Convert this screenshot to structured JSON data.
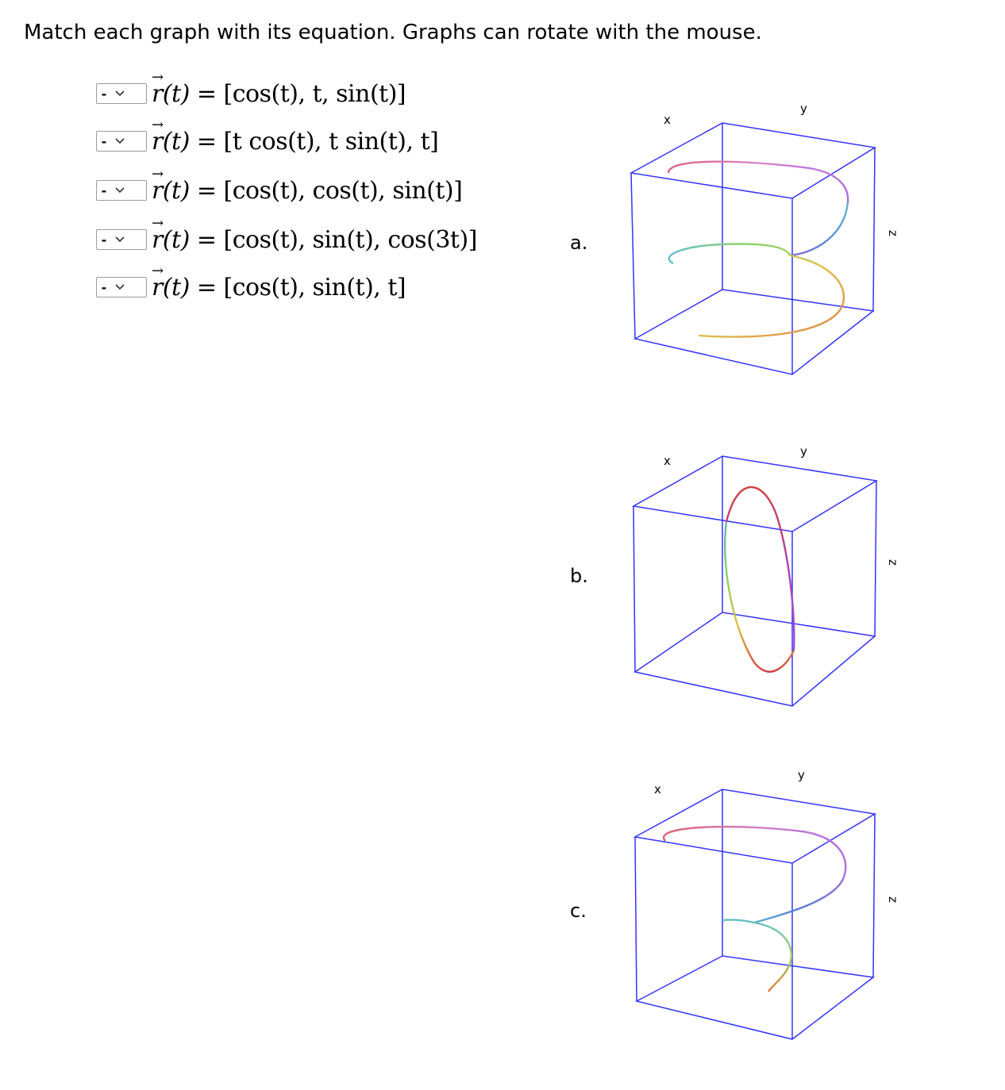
{
  "instructions": "Match each graph with its equation. Graphs can rotate with the mouse.",
  "equations": [
    {
      "selected": "-",
      "lhs": "r(t)",
      "rhs": "= [cos(t), t, sin(t)]"
    },
    {
      "selected": "-",
      "lhs": "r(t)",
      "rhs": "= [t cos(t), t sin(t), t]"
    },
    {
      "selected": "-",
      "lhs": "r(t)",
      "rhs": "= [cos(t), cos(t), sin(t)]"
    },
    {
      "selected": "-",
      "lhs": "r(t)",
      "rhs": "= [cos(t), sin(t), cos(3t)]"
    },
    {
      "selected": "-",
      "lhs": "r(t)",
      "rhs": "= [cos(t), sin(t), t]"
    }
  ],
  "graphs": [
    {
      "label": "a.",
      "axis_x": "x",
      "axis_y": "y",
      "axis_z": "z"
    },
    {
      "label": "b.",
      "axis_x": "x",
      "axis_y": "y",
      "axis_z": "z"
    },
    {
      "label": "c.",
      "axis_x": "x",
      "axis_y": "y",
      "axis_z": "z"
    }
  ],
  "colors": {
    "box_edge": "#3333ff",
    "select_border": "#9a9a9a"
  }
}
